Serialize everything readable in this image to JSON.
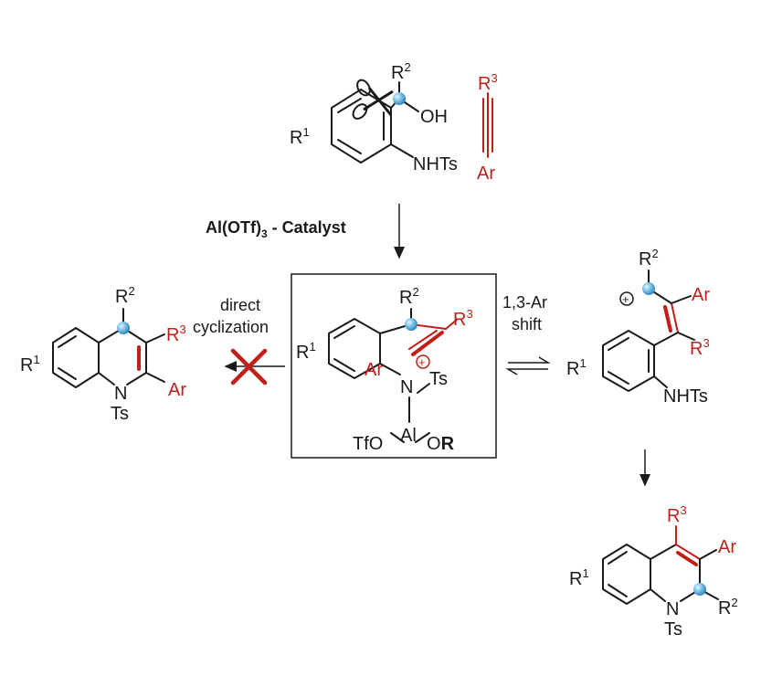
{
  "reagents": {
    "amino_alcohol": {
      "r1": "R",
      "r1_sup": "1",
      "r2": "R",
      "r2_sup": "2",
      "oh": "OH",
      "nhts": "NHTs"
    },
    "alkyne": {
      "r3": "R",
      "r3_sup": "3",
      "ar": "Ar"
    }
  },
  "catalyst": {
    "prefix": "Al(OTf)",
    "sub": "3",
    "suffix": " - Catalyst"
  },
  "intermediate_box": {
    "r1": "R",
    "r1_sup": "1",
    "r2": "R",
    "r2_sup": "2",
    "r3": "R",
    "r3_sup": "3",
    "ar": "Ar",
    "plus": "+",
    "n": "N",
    "ts": "Ts",
    "al": "Al",
    "tfo": "TfO",
    "o": "O",
    "r": "R"
  },
  "left_path": {
    "line1": "direct",
    "line2": "cyclization"
  },
  "right_path": {
    "line1": "1,3-Ar",
    "line2": "shift"
  },
  "left_product": {
    "r1": "R",
    "r1_sup": "1",
    "r2": "R",
    "r2_sup": "2",
    "r3": "R",
    "r3_sup": "3",
    "ar": "Ar",
    "n": "N",
    "ts": "Ts"
  },
  "right_intermediate": {
    "r1": "R",
    "r1_sup": "1",
    "r2": "R",
    "r2_sup": "2",
    "r3": "R",
    "r3_sup": "3",
    "ar": "Ar",
    "plus": "+",
    "nhts": "NHTs"
  },
  "final_product": {
    "r1": "R",
    "r1_sup": "1",
    "r2": "R",
    "r2_sup": "2",
    "r3": "R",
    "r3_sup": "3",
    "ar": "Ar",
    "n": "N",
    "ts": "Ts"
  },
  "colors": {
    "reagent_red": "#c0201a",
    "sphere_blue": "#5aa9d8",
    "ink": "#1a1a1a"
  }
}
